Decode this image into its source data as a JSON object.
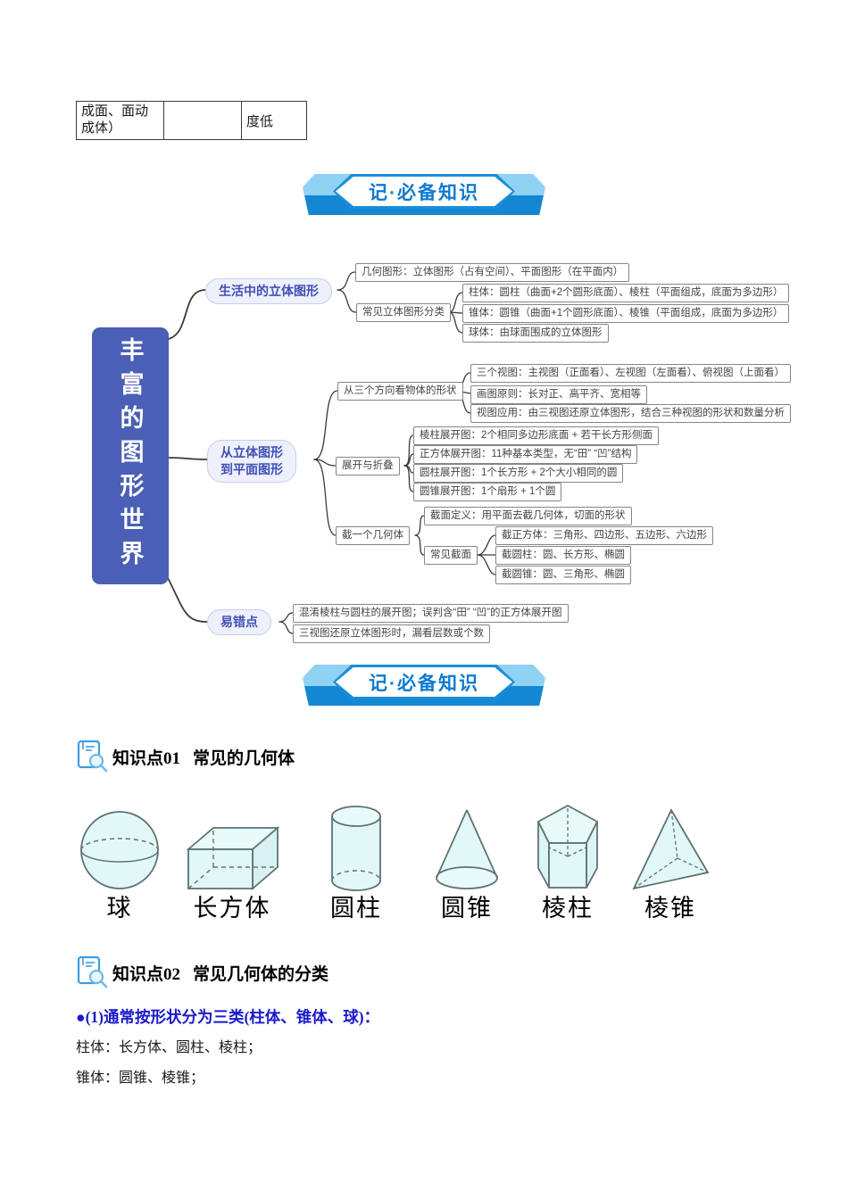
{
  "table": {
    "cell1": "成面、面动成体）",
    "cell2": "",
    "cell3": "度低"
  },
  "banner": {
    "label": "记·必备知识"
  },
  "mindmap": {
    "root": "丰富的图形世界",
    "b1": {
      "label": "生活中的立体图形",
      "geo": "几何图形：立体图形（占有空间）、平面图形（在平面内）",
      "cls": "常见立体图形分类",
      "zhu": "柱体：圆柱（曲面+2个圆形底面）、棱柱（平面组成，底面为多边形）",
      "zhui": "锥体：圆锥（曲面+1个圆形底面）、棱锥（平面组成，底面为多边形）",
      "qiu": "球体：由球面围成的立体图形"
    },
    "b2": {
      "label1": "从立体图形",
      "label2": "到平面图形",
      "view": {
        "label": "从三个方向看物体的形状",
        "v1": "三个视图：主视图（正面看）、左视图（左面看）、俯视图（上面看）",
        "v2": "画图原则：长对正、高平齐、宽相等",
        "v3": "视图应用：由三视图还原立体图形，结合三种视图的形状和数量分析"
      },
      "fold": {
        "label": "展开与折叠",
        "f1": "棱柱展开图：2个相同多边形底面 + 若干长方形侧面",
        "f2": "正方体展开图：11种基本类型，无“田” “凹”结构",
        "f3": "圆柱展开图：1个长方形 + 2个大小相同的圆",
        "f4": "圆锥展开图：1个扇形 + 1个圆"
      },
      "cut": {
        "label": "截一个几何体",
        "c1": "截面定义：用平面去截几何体，切面的形状",
        "c2": "常见截面",
        "c2a": "截正方体：三角形、四边形、五边形、六边形",
        "c2b": "截圆柱：圆、长方形、椭圆",
        "c2c": "截圆锥：圆、三角形、椭圆"
      }
    },
    "b3": {
      "label": "易错点",
      "e1": "混淆棱柱与圆柱的展开图；误判含“田” “凹”的正方体展开图",
      "e2": "三视图还原立体图形时，漏看层数或个数"
    }
  },
  "k1": {
    "no": "知识点01",
    "title": "常见的几何体"
  },
  "k2": {
    "no": "知识点02",
    "title": "常见几何体的分类"
  },
  "shapes": [
    {
      "name": "sphere",
      "label": "球"
    },
    {
      "name": "cuboid",
      "label": "长方体"
    },
    {
      "name": "cylinder",
      "label": "圆柱"
    },
    {
      "name": "cone",
      "label": "圆锥"
    },
    {
      "name": "prism",
      "label": "棱柱"
    },
    {
      "name": "pyramid",
      "label": "棱锥"
    }
  ],
  "classify": {
    "head": "●(1)通常按形状分为三类(柱体、锥体、球)：",
    "line1": "柱体：长方体、圆柱、棱柱；",
    "line2": "锥体：圆锥、棱锥；"
  },
  "colors": {
    "banner_dark": "#1487d2",
    "banner_light": "#8fd2f4",
    "banner_text": "#0d7ad0",
    "root_bg": "#4a5fb5",
    "pill_bg": "#eef0fb",
    "pill_text": "#3f51b5",
    "shape_fill": "#e2f7f8",
    "shape_stroke": "#5f7272",
    "classify_head": "#1a1acd"
  }
}
